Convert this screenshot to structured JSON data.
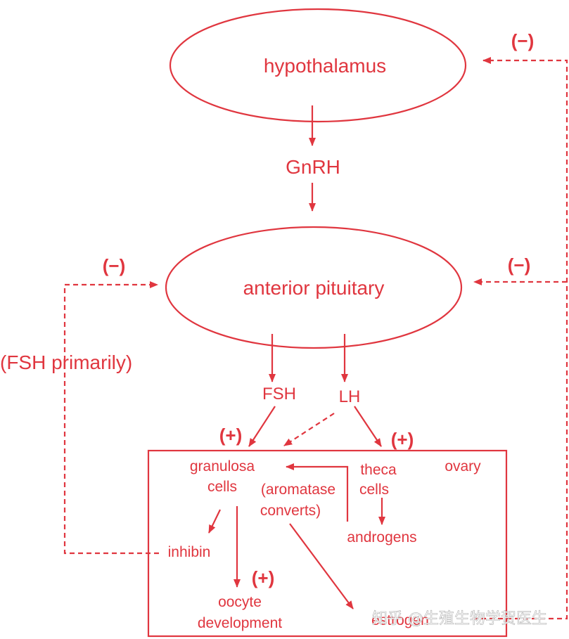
{
  "colors": {
    "accent": "#e0363f",
    "watermark": "#b0b0b0"
  },
  "nodes": {
    "hypothalamus": "hypothalamus",
    "gnrh": "GnRH",
    "anterior_pituitary": "anterior pituitary",
    "fsh": "FSH",
    "lh": "LH",
    "ovary": "ovary",
    "granulosa_line1": "granulosa",
    "granulosa_line2": "cells",
    "theca_line1": "theca",
    "theca_line2": "cells",
    "aromatase_line1": "(aromatase",
    "aromatase_line2": "converts)",
    "androgens": "androgens",
    "inhibin": "inhibin",
    "oocyte_line1": "oocyte",
    "oocyte_line2": "development",
    "estrogen": "estrogen"
  },
  "annotations": {
    "fsh_primarily": "(FSH primarily)",
    "neg_hypothalamus": "(−)",
    "neg_pituitary_left": "(−)",
    "neg_pituitary_right": "(−)",
    "pos_fsh": "(+)",
    "pos_lh": "(+)",
    "pos_oocyte": "(+)"
  },
  "watermark": "知乎 @生殖生物学贺医生"
}
